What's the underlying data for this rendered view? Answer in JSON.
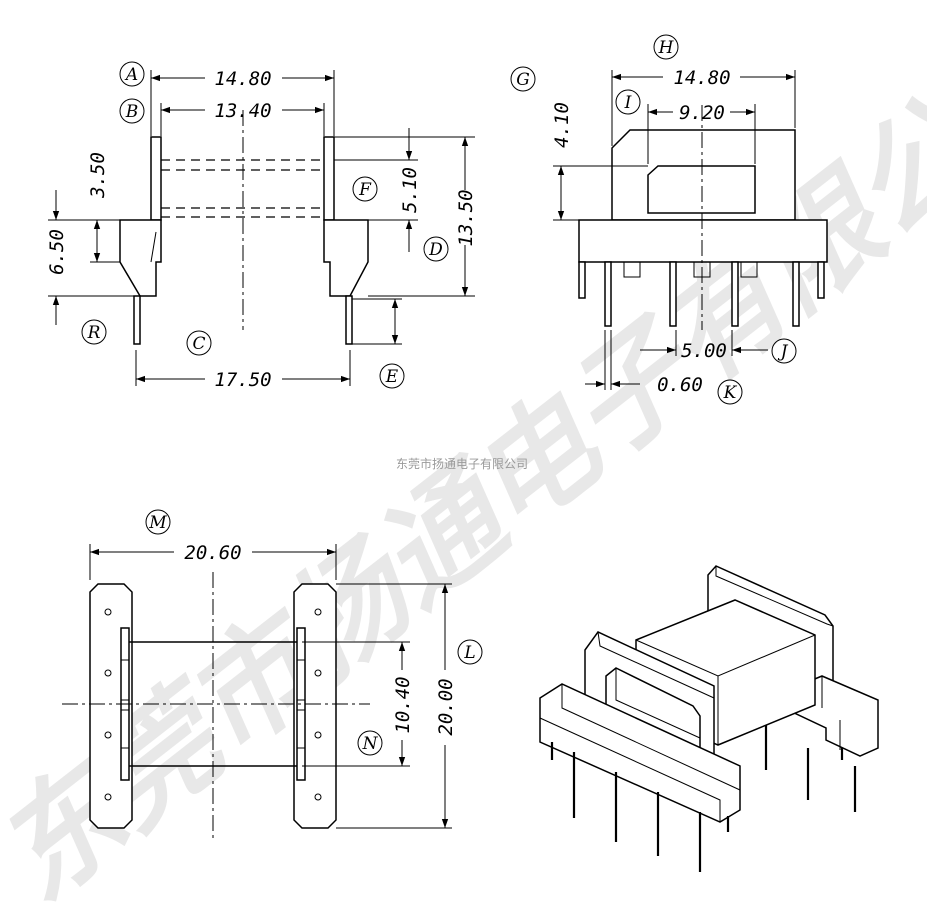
{
  "company_caption": "东莞市扬通电子有限公司",
  "watermark_text": "东莞市扬通电子有限公司",
  "labels": {
    "A": "A",
    "B": "B",
    "C": "C",
    "D": "D",
    "E": "E",
    "F": "F",
    "G": "G",
    "H": "H",
    "I": "I",
    "J": "J",
    "K": "K",
    "L": "L",
    "M": "M",
    "N": "N",
    "R": "R"
  },
  "dimensions": {
    "front_width_A": "14.80",
    "front_inner_B": "13.40",
    "front_base_C": "17.50",
    "front_height_total": "13.50",
    "front_window_F": "5.10",
    "front_flange_upper": "3.50",
    "front_flange_lower": "6.50",
    "side_width_H": "14.80",
    "side_window_I": "9.20",
    "side_height_G": "4.10",
    "side_pin_pitch_J": "5.00",
    "side_pin_dia_K": "0.60",
    "top_length_M": "20.60",
    "top_width_L": "20.00",
    "top_slot_N": "10.40"
  }
}
